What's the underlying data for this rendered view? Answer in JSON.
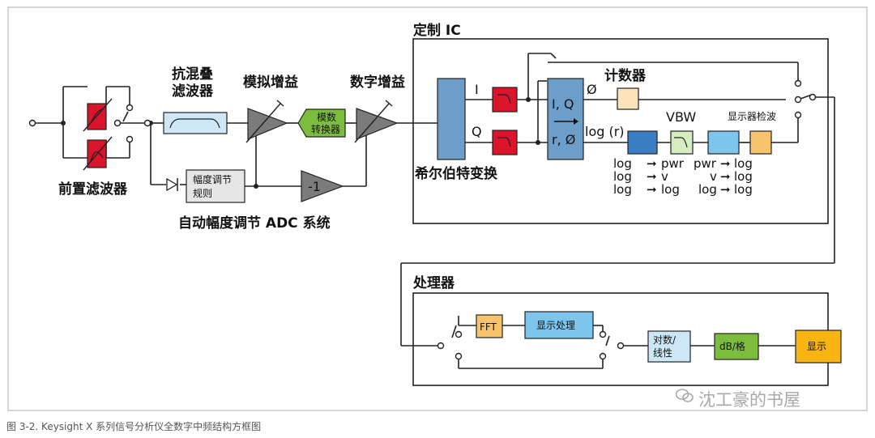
{
  "labels": {
    "custom_ic": "定制 IC",
    "anti_alias_1": "抗混叠",
    "anti_alias_2": "滤波器",
    "analog_gain": "模拟增益",
    "digital_gain": "数字增益",
    "adc_1": "模数",
    "adc_2": "转换器",
    "preselector": "前置滤波器",
    "agc_1": "幅度调节",
    "agc_2": "规则",
    "neg_one": "-1",
    "auto_ranging": "自动幅度调节 ADC 系统",
    "hilbert": "希尔伯特变换",
    "i": "I",
    "q": "Q",
    "iq_top": "I, Q",
    "r_phi": "r, Ø",
    "phi_out": "Ø",
    "log_r": "log (r)",
    "counter": "计数器",
    "vbw": "VBW",
    "display_detector": "显示器检波",
    "log_pwr": "log",
    "log_pwr_b": "pwr",
    "log_v": "log",
    "log_v_b": "v",
    "log_log": "log",
    "log_log_b": "log",
    "pwr_log": "pwr",
    "pwr_log_b": "log",
    "v_log": "v",
    "v_log_b": "log",
    "log_log2": "log",
    "log_log2_b": "log",
    "processor": "处理器",
    "fft": "FFT",
    "display_processing": "显示处理",
    "log_lin_1": "对数/",
    "log_lin_2": "线性",
    "db_div": "dB/格",
    "display": "显示"
  },
  "caption": "图 3-2. Keysight X 系列信号分析仪全数字中频结构方框图",
  "watermark": "沈工豪的书屋",
  "colors": {
    "filter_red": "#d9142b",
    "steel_blue": "#6d9ec9",
    "light_blue": "#cde7f7",
    "green": "#7cbd3f",
    "light_green": "#d7ecc0",
    "dark_blue": "#3a7fc4",
    "sky_blue": "#7cc6ee",
    "orange": "#f7c36c",
    "light_orange": "#fde3b9",
    "yellow": "#f7b413",
    "gray": "#7b7b7b"
  }
}
